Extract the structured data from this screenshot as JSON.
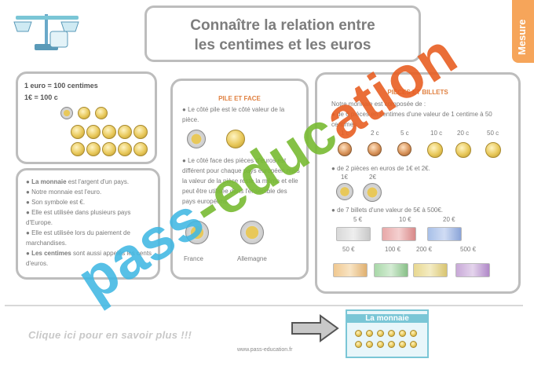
{
  "header": {
    "title_line1": "Connaître la relation entre",
    "title_line2": "les centimes et les euros",
    "side_tab": "Mesure"
  },
  "conversion": {
    "line1": "1 euro = 100 centimes",
    "line2": "1€ = 100 c"
  },
  "facts": {
    "items": [
      {
        "bold": "La monnaie",
        "text": " est l'argent d'un pays."
      },
      {
        "bold": "",
        "text": "Notre monnaie est l'euro."
      },
      {
        "bold": "",
        "text": "Son symbole est €."
      },
      {
        "bold": "",
        "text": "Elle est utilisée dans plusieurs pays d'Europe."
      },
      {
        "bold": "",
        "text": "Elle est utilisée lors du paiement de marchandises."
      },
      {
        "bold": "Les centimes",
        "text": " sont aussi appelés les cents d'euros."
      }
    ]
  },
  "pile_face": {
    "heading": "PILE ET FACE",
    "p1": "Le côté pile est le côté valeur de la pièce.",
    "p2": "Le côté face des pièces d'euros est différent pour chaque pays européen mais la valeur de la pièce reste la même et elle peut être utilisée dans l'ensemble des pays européens.",
    "country1": "France",
    "country2": "Allemagne"
  },
  "pieces": {
    "heading": "PIÈCES ET BILLETS",
    "intro": "Notre monnaie est composée de :",
    "b1": "de 6 pièces en centimes d'une valeur de 1 centime à 50 centimes.",
    "coin_labels": [
      "1 c",
      "2 c",
      "5 c",
      "10 c",
      "20 c",
      "50 c"
    ],
    "b2": "de 2 pièces en euros de 1€ et 2€.",
    "euro_labels": [
      "1€",
      "2€"
    ],
    "b3": "de 7 billets d'une valeur de 5€ à 500€.",
    "bill_labels_row1": [
      "5 €",
      "10 €",
      "20 €"
    ],
    "bill_labels_row2": [
      "50 €",
      "100 €",
      "200 €",
      "500 €"
    ]
  },
  "footer": {
    "cta": "Clique ici pour en savoir plus !!!",
    "url": "www.pass-education.fr",
    "thumb_title": "La monnaie"
  },
  "watermark": {
    "part1": "pass",
    "part2": "-educ",
    "part3": "ation"
  },
  "colors": {
    "border": "#bdbdbd",
    "title": "#7d7d7d",
    "accent": "#e08040",
    "tab": "#f6a55a"
  }
}
